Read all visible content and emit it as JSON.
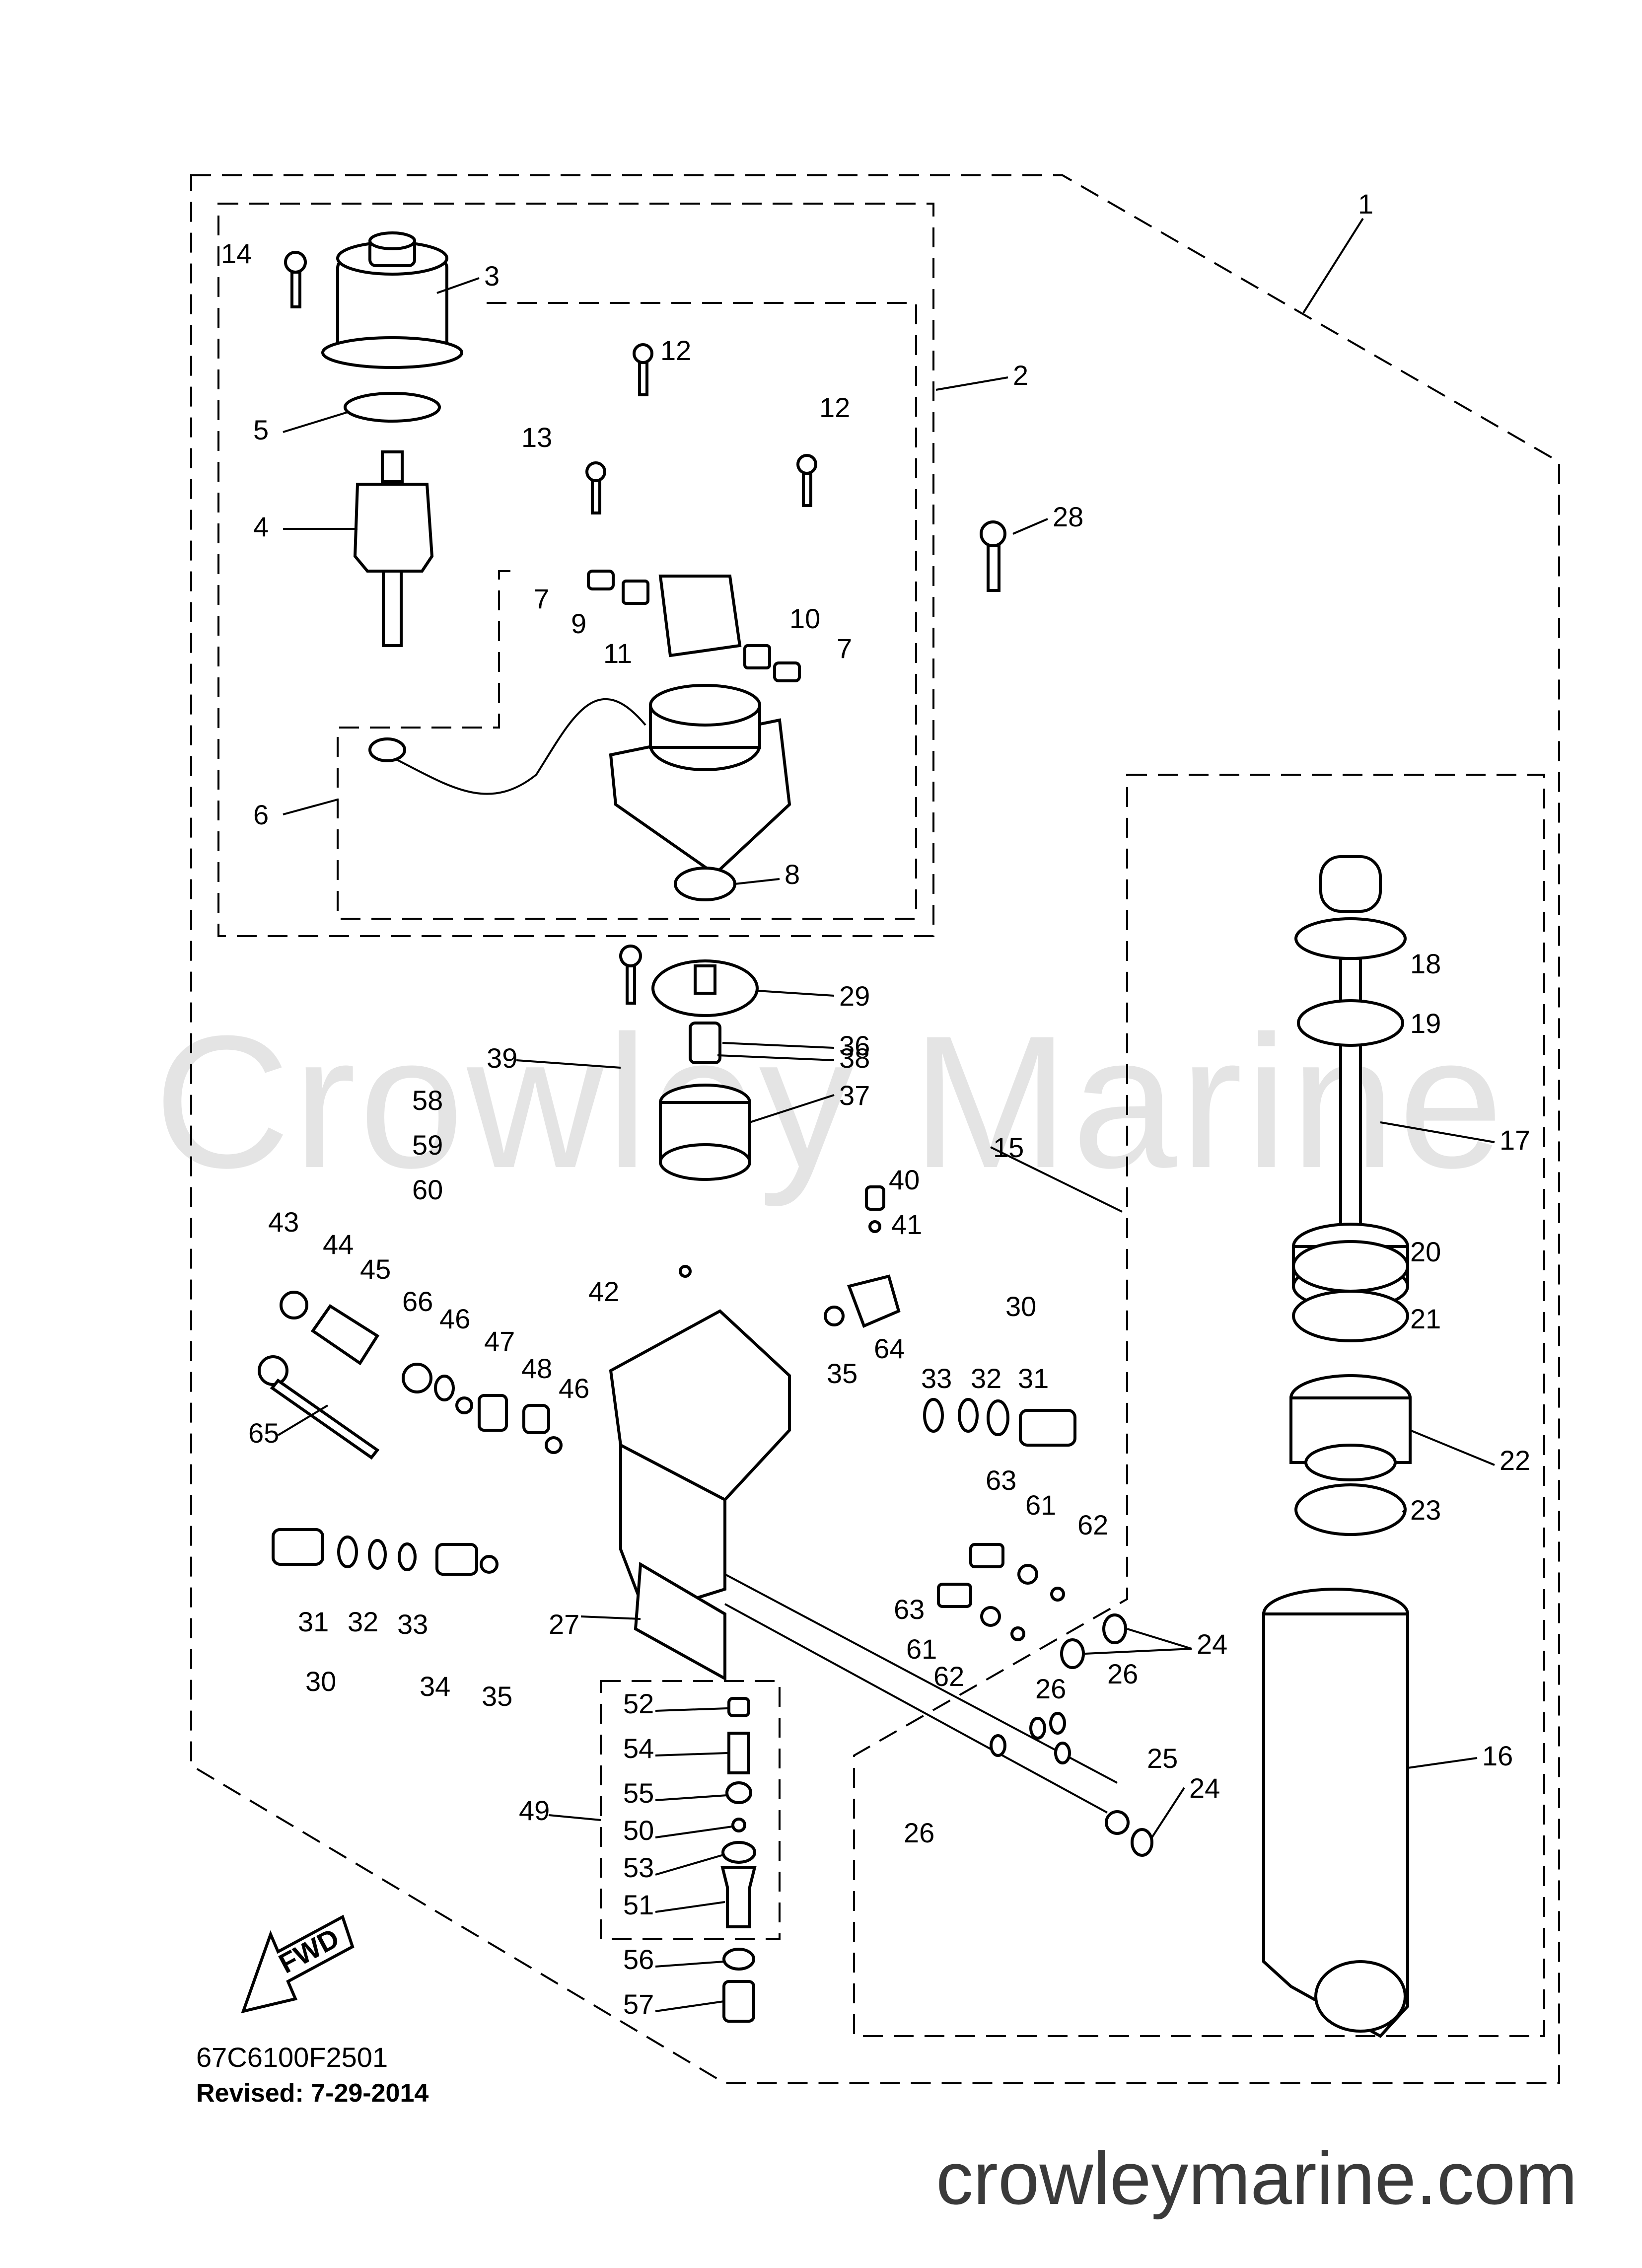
{
  "watermark": "Crowley Marine",
  "fwd_label": "FWD",
  "drawing_code": "67C6100F2501",
  "revised": "Revised: 7-29-2014",
  "site": "crowleymarine.com",
  "callouts": [
    "1",
    "2",
    "3",
    "4",
    "5",
    "6",
    "7",
    "7",
    "8",
    "9",
    "10",
    "11",
    "12",
    "12",
    "13",
    "14",
    "15",
    "16",
    "17",
    "18",
    "19",
    "20",
    "21",
    "22",
    "23",
    "24",
    "24",
    "25",
    "26",
    "26",
    "26",
    "27",
    "28",
    "29",
    "30",
    "30",
    "31",
    "31",
    "32",
    "32",
    "33",
    "33",
    "34",
    "35",
    "35",
    "36",
    "37",
    "38",
    "39",
    "40",
    "41",
    "42",
    "43",
    "44",
    "45",
    "46",
    "46",
    "47",
    "48",
    "49",
    "50",
    "51",
    "52",
    "53",
    "54",
    "55",
    "56",
    "57",
    "58",
    "59",
    "60",
    "61",
    "61",
    "62",
    "62",
    "63",
    "63",
    "64",
    "65",
    "66"
  ]
}
